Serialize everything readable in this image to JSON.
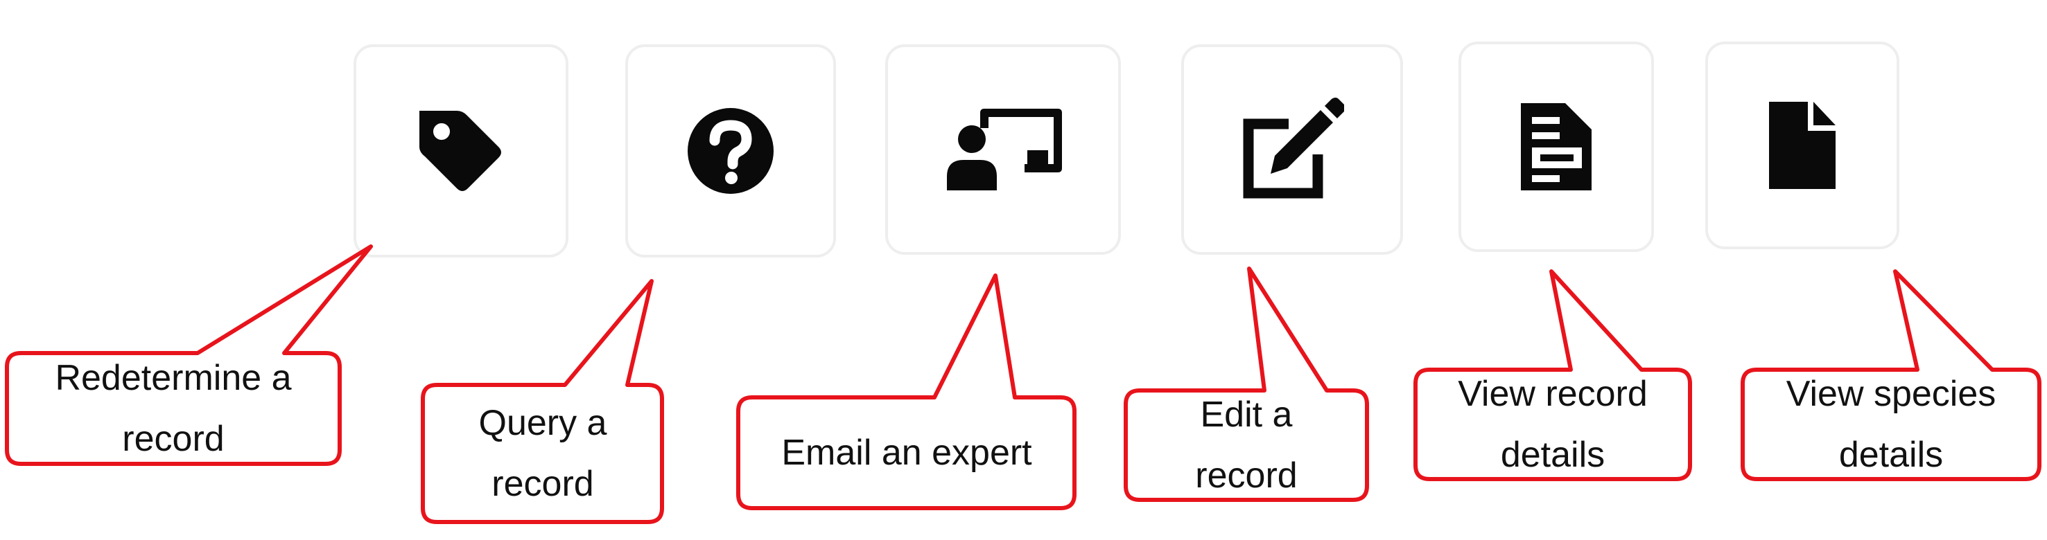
{
  "toolbar": {
    "buttons": [
      {
        "id": "redetermine",
        "icon": "tag-icon",
        "callout": "Redetermine a\nrecord"
      },
      {
        "id": "query",
        "icon": "question-circle-icon",
        "callout": "Query a\nrecord"
      },
      {
        "id": "email-expert",
        "icon": "chalkboard-user-icon",
        "callout": "Email an expert"
      },
      {
        "id": "edit",
        "icon": "edit-square-icon",
        "callout": "Edit a\nrecord"
      },
      {
        "id": "view-record",
        "icon": "record-document-icon",
        "callout": "View record\ndetails"
      },
      {
        "id": "view-species",
        "icon": "file-icon",
        "callout": "View species\ndetails"
      }
    ]
  },
  "colors": {
    "callout_border": "#e8141c",
    "button_border": "#eeeeee",
    "icon": "#0a0a0a"
  }
}
